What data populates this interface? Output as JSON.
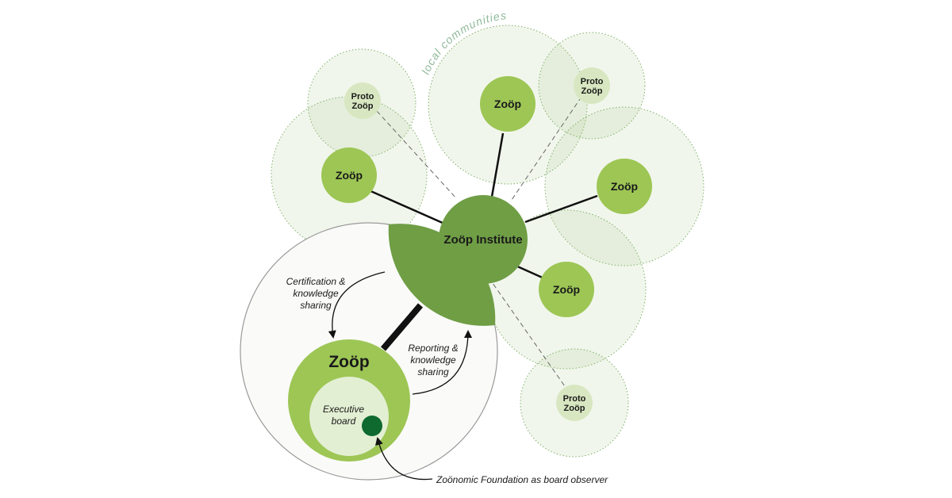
{
  "colors": {
    "institute": "#6f9e45",
    "zoop": "#9dc655",
    "proto_zoop": "#d8e7c1",
    "executive_board": "#e3efd3",
    "foundation_observer": "#0e6a2f",
    "community_fill": "#a6c98a",
    "community_stroke": "#7fb069",
    "line": "#111111"
  },
  "community_label": "local communities",
  "institute": {
    "label": "Zoöp Institute"
  },
  "zoop_label": "Zoöp",
  "proto_zoop_label": {
    "line1": "Proto",
    "line2": "Zoöp"
  },
  "detail": {
    "zoop_title": "Zoöp",
    "executive_board": {
      "line1": "Executive",
      "line2": "board"
    },
    "certification": {
      "line1": "Certification &",
      "line2": "knowledge",
      "line3": "sharing"
    },
    "reporting": {
      "line1": "Reporting &",
      "line2": "knowledge",
      "line3": "sharing"
    },
    "foundation_observer": "Zoönomic Foundation as board observer"
  },
  "icons": {
    "arrow_certification": "curved-arrow-icon",
    "arrow_reporting": "curved-arrow-icon",
    "arrow_observer": "curved-arrow-icon"
  }
}
